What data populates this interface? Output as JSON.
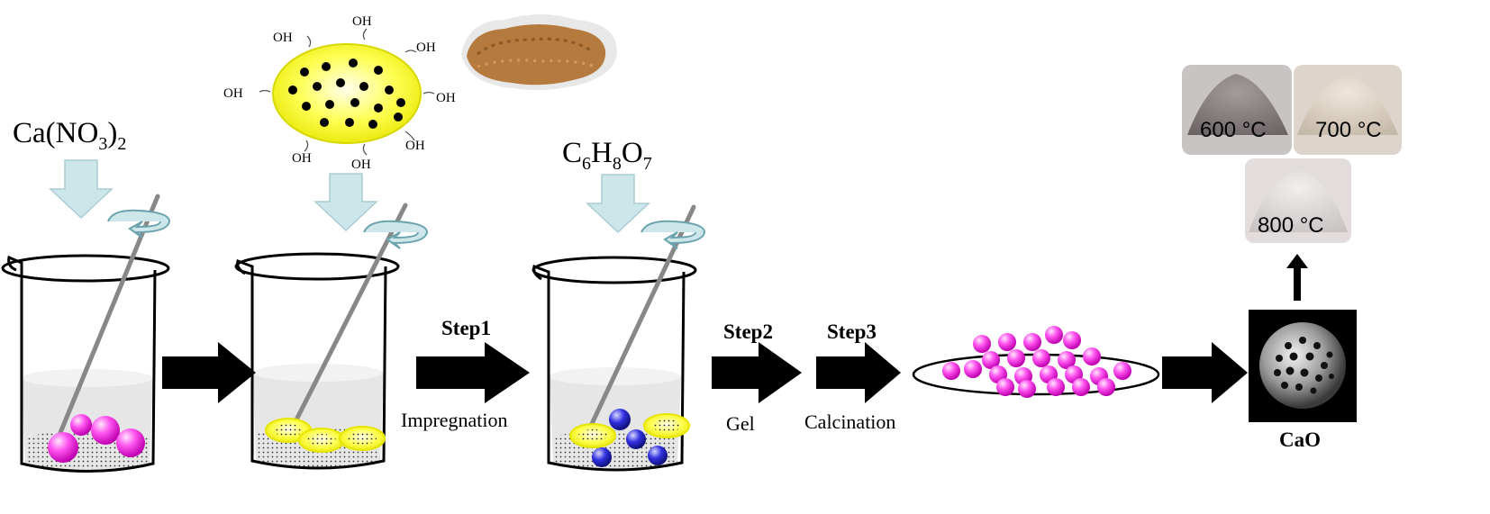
{
  "reagents": {
    "calcium_nitrate": {
      "base": "Ca(NO",
      "sub1": "3",
      "close": ")",
      "sub2": "2"
    },
    "citric_acid": {
      "c": "C",
      "c_n": "6",
      "h": "H",
      "h_n": "8",
      "o": "O",
      "o_n": "7"
    },
    "support_hydroxyl": "OH"
  },
  "steps": [
    {
      "title": "Step1",
      "label": "Impregnation"
    },
    {
      "title": "Step2",
      "label": "Gel"
    },
    {
      "title": "Step3",
      "label": "Calcination"
    }
  ],
  "product": {
    "label": "CaO"
  },
  "calcination_temps": [
    "600 °C",
    "700 °C",
    "800 °C"
  ],
  "colors": {
    "ca_sphere": "#ff33ee",
    "cu_sphere": "#2a2ad6",
    "support_yellow": "#ffff33",
    "feed_arrow": "#cde6ea",
    "powder_brown": "#b57a3e"
  }
}
